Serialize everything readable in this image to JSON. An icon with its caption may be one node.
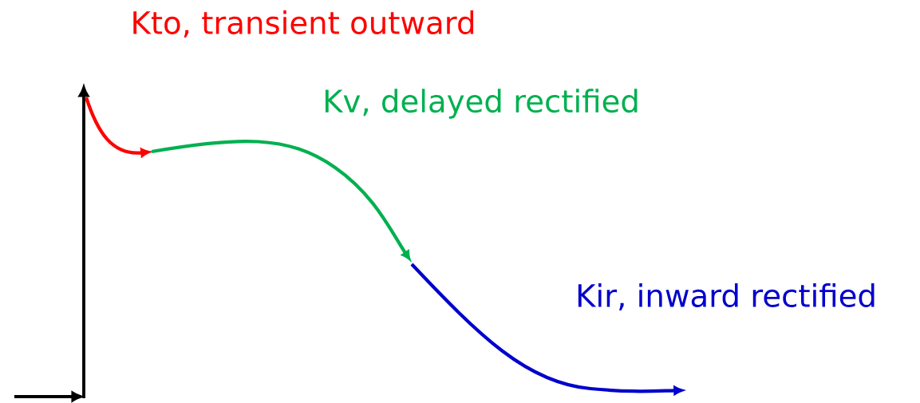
{
  "diagram": {
    "labels": [
      "Kto, transient outward",
      "Kv, delayed rectified",
      "Kir, inward rectified"
    ]
  }
}
